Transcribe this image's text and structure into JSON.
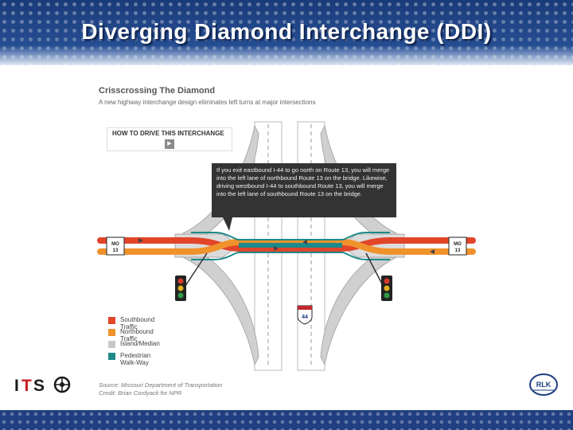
{
  "slide": {
    "title": "Diverging Diamond Interchange (DDI)"
  },
  "graphic": {
    "heading": "Crisscrossing The Diamond",
    "subheading": "A new highway interchange design eliminates left turns at major intersections",
    "howto_label": "HOW TO DRIVE THIS INTERCHANGE",
    "callout_text": "If you exit eastbound I-44 to go north on Route 13, you will merge into the left lane of northbound Route 13 on the bridge. Likewise, driving westbound I-44 to southbound Route 13, you will merge into the left lane of southbound Route 13 on the bridge.",
    "route_shield_left": "MO\n13",
    "route_shield_right": "MO\n13",
    "interstate_shield": "44",
    "legend": [
      {
        "label": "Southbound Traffic",
        "color": "#e2452a"
      },
      {
        "label": "Northbound Traffic",
        "color": "#f0922b"
      },
      {
        "label": "Island/Median",
        "color": "#c8c8c8"
      },
      {
        "label": "Pedestrian Walk-Way",
        "color": "#1d8a8a"
      }
    ],
    "source_line1": "Source: Missouri Department of Transportation",
    "source_line2": "Credit: Brian Cordyack for NPR"
  },
  "logos": {
    "left": "ITSO",
    "right": "RLK"
  },
  "colors": {
    "banner": "#2a4f96",
    "southbound": "#e2452a",
    "northbound": "#f0922b",
    "median": "#c8c8c8",
    "walkway": "#1d8a8a",
    "callout_bg": "#333333"
  }
}
